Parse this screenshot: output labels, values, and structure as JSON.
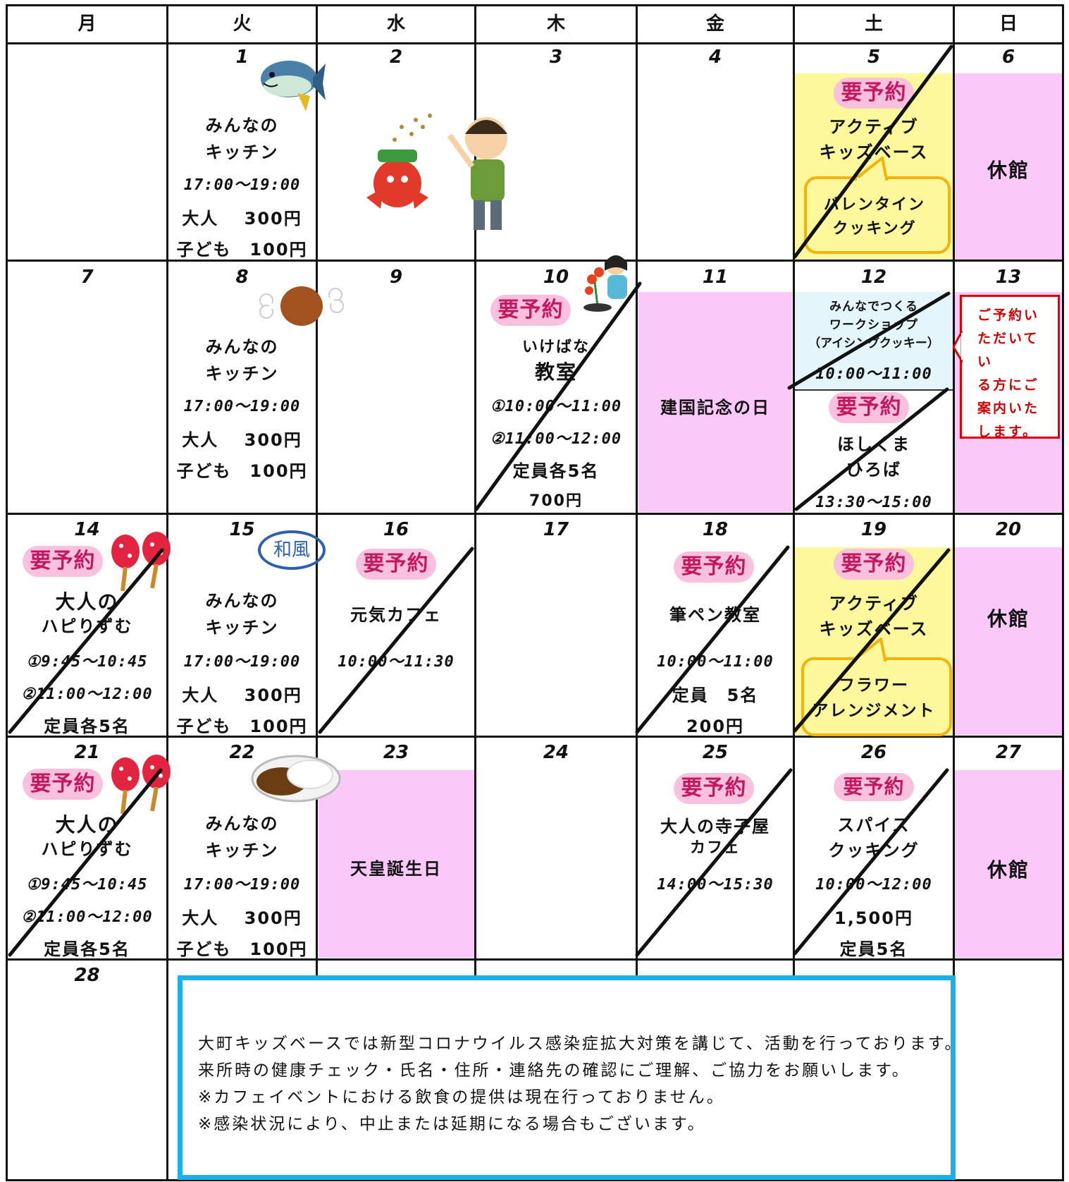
{
  "weekdays": [
    "月",
    "火",
    "水",
    "木",
    "金",
    "土",
    "日"
  ],
  "days": {
    "d1": "1",
    "d2": "2",
    "d3": "3",
    "d4": "4",
    "d5": "5",
    "d6": "6",
    "d7": "7",
    "d8": "8",
    "d9": "9",
    "d10": "10",
    "d11": "11",
    "d12": "12",
    "d13": "13",
    "d14": "14",
    "d15": "15",
    "d16": "16",
    "d17": "17",
    "d18": "18",
    "d19": "19",
    "d20": "20",
    "d21": "21",
    "d22": "22",
    "d23": "23",
    "d24": "24",
    "d25": "25",
    "d26": "26",
    "d27": "27",
    "d28": "28"
  },
  "badge_reservation": "要予約",
  "closed": "休館",
  "kitchen": {
    "line1": "みんなの",
    "line2": "キッチン",
    "time": "17:00～19:00",
    "adult": "大人　 300円",
    "child": "子ども　100円"
  },
  "active_kids": {
    "line1": "アクティブ",
    "line2": "キッズベース",
    "feb5_event": [
      "バレンタイン",
      "クッキング"
    ],
    "feb19_event": [
      "フラワー",
      "アレンジメント"
    ]
  },
  "ikebana": {
    "line1": "いけばな",
    "line2": "教室",
    "time1": "①10:00～11:00",
    "time2": "②11:00～12:00",
    "capacity": "定員各5名",
    "price": "700円"
  },
  "national_foundation_day": "建国記念の日",
  "workshop": {
    "line1": "みんなでつくる",
    "line2": "ワークショップ",
    "line3": "（アイシングクッキー）",
    "time": "10:00～11:00"
  },
  "hoshikuma": {
    "line1": "ほしくま",
    "line2": "ひろば",
    "time": "13:30～15:00"
  },
  "feb13_note": "ご予約いただいている方にご案内いたします。",
  "feb13_note_lines": [
    "ご予約い",
    "ただいてい",
    "る方にご",
    "案内いた",
    "します。"
  ],
  "happy_gym": {
    "line1": "大人の",
    "line2": "ハピりずむ",
    "time1": "①9:45～10:45",
    "time2": "②11:00～12:00",
    "capacity": "定員各5名"
  },
  "wafu_tag": "和風",
  "genki_cafe": {
    "title": "元気カフェ",
    "time": "10:00～11:30"
  },
  "calligraphy": {
    "title": "筆ペン教室",
    "time": "10:00～11:00",
    "capacity": "定員　5名",
    "price": "200円"
  },
  "emperor_birthday": "天皇誕生日",
  "terakoya": {
    "line1": "大人の寺子屋",
    "line2": "カフェ",
    "time": "14:00～15:30"
  },
  "spice": {
    "line1": "スパイス",
    "line2": "クッキング",
    "time": "10:00～12:00",
    "price": "1,500円",
    "capacity": "定員5名"
  },
  "notice": {
    "line1": "大町キッズベースでは新型コロナウイルス感染症拡大対策を講じて、活動を行っております。",
    "line2": "来所時の健康チェック・氏名・住所・連絡先の確認にご理解、ご協力をお願いします。",
    "line3": "※カフェイベントにおける飲食の提供は現在行っておりません。",
    "line4": "※感染状況により、中止または延期になる場合もございます。"
  },
  "colors": {
    "closed_pink": "#fbc9f9",
    "active_yellow": "#fdf89c",
    "badge_pink": "#f9c1de",
    "badge_text": "#c3185f",
    "notice_border": "#1ab0ea",
    "note_red": "#e00000"
  },
  "icons": [
    "tuna-icon",
    "oni-bean-throwing-icon",
    "meat-icon",
    "ikebana-woman-icon",
    "maracas-icon",
    "curry-rice-icon"
  ]
}
